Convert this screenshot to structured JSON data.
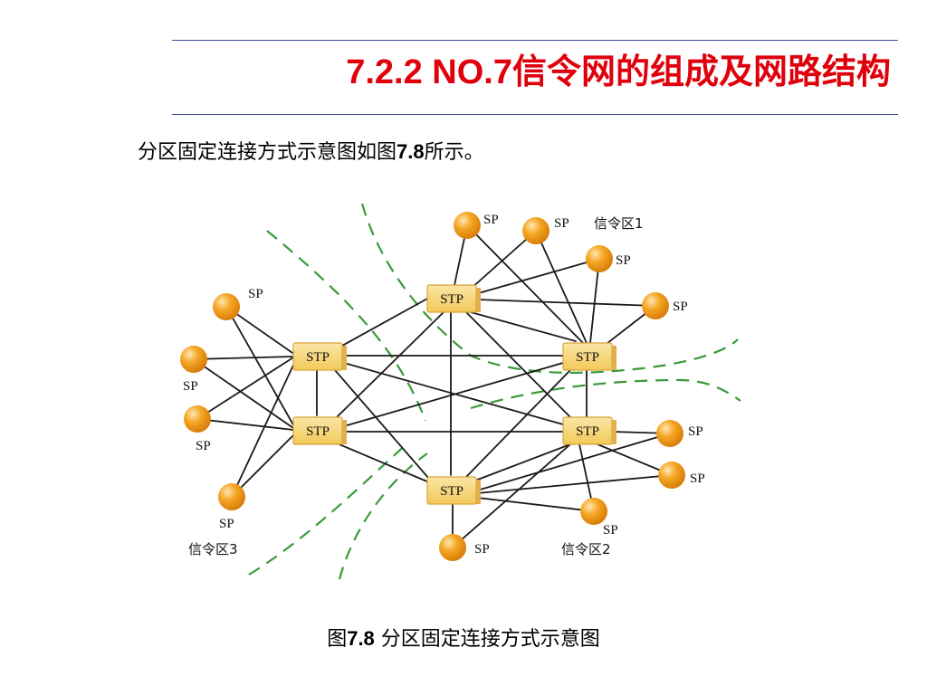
{
  "slide": {
    "title_number": "7.2.2 NO.7",
    "title_text": "信令网的组成及网路结构",
    "intro_before": "分区固定连接方式示意图如图",
    "intro_fig": "7.8",
    "intro_after": "所示。",
    "caption_prefix": "图",
    "caption_fig": "7.8",
    "caption_text": " 分区固定连接方式示意图"
  },
  "diagram": {
    "node_label_sp": "SP",
    "node_label_stp": "STP",
    "zone_labels": [
      "信令区1",
      "信令区2",
      "信令区3"
    ],
    "colors": {
      "sp_node": "#f5a623",
      "stp_fill": "#f7d67a",
      "stp_border": "#d9a53a",
      "link": "#1a1a1a",
      "zone_boundary": "#3a9a3a",
      "title": "#e0000b",
      "rule": "#3b4a9a"
    }
  }
}
